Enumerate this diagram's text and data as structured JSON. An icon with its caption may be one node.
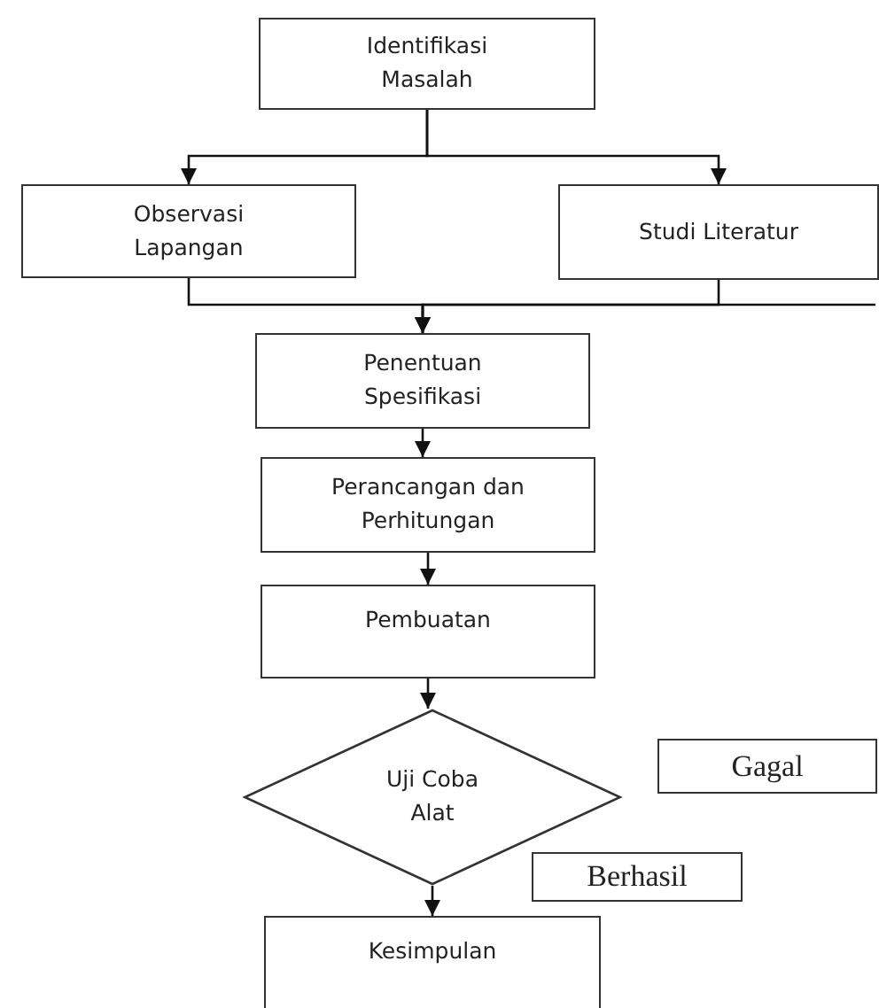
{
  "diagram": {
    "nodes": [
      {
        "text": [
          "Identifikasi Masalah"
        ]
      },
      {
        "text": [
          "Observasi Lapangan"
        ]
      },
      {
        "text": [
          "Studi Literatur"
        ]
      },
      {
        "text": [
          "Penentuan Spesifikasi"
        ]
      },
      {
        "text": [
          "Perancangan dan Perhitungan"
        ]
      },
      {
        "text": [
          "Pembuatan"
        ]
      },
      {
        "text": [
          "Uji Coba Alat"
        ]
      },
      {
        "text": [
          "Gagal"
        ]
      },
      {
        "text": [
          "Berhasil"
        ]
      },
      {
        "text": [
          "Kesimpulan"
        ]
      }
    ],
    "edges": [
      {
        "from": 0,
        "to": 1,
        "arrow": "to"
      },
      {
        "from": 0,
        "to": 2,
        "arrow": "to"
      },
      {
        "from": 1,
        "to": 3,
        "arrow": "to"
      },
      {
        "from": 2,
        "to": 3,
        "arrow": "to"
      },
      {
        "from": null,
        "to": 3,
        "arrow": "to"
      },
      {
        "from": 3,
        "to": 4,
        "arrow": "to"
      },
      {
        "from": 4,
        "to": 5,
        "arrow": "to"
      },
      {
        "from": 5,
        "to": 6,
        "arrow": "to"
      },
      {
        "from": 6,
        "to": 9,
        "arrow": "to"
      }
    ]
  }
}
